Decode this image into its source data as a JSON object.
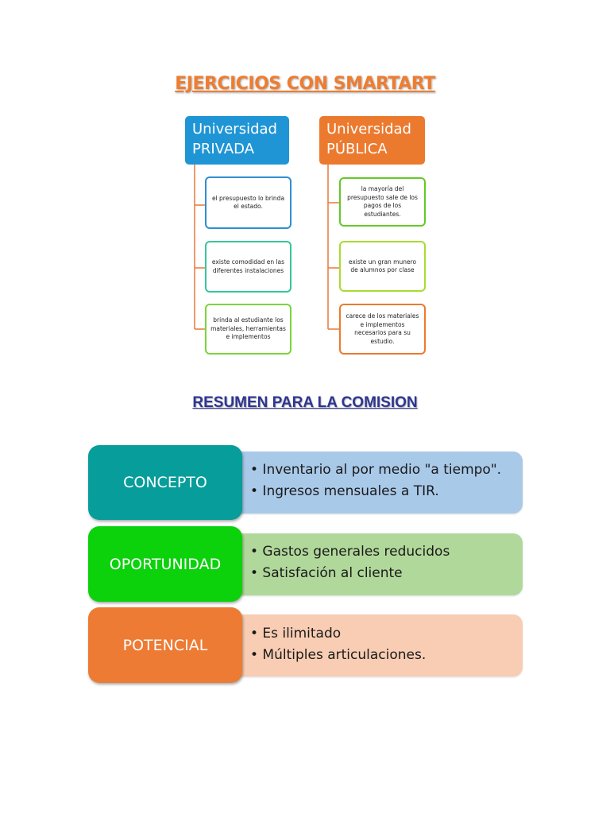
{
  "title": "EJERCICIOS CON SMARTART",
  "columns": [
    {
      "header_line1": "Universidad",
      "header_line2": "PRIVADA",
      "items": [
        "el presupuesto lo brinda el estado.",
        "existe comodidad en las diferentes instalaciones",
        "brinda al estudiante los materiales, herramientas e implementos"
      ]
    },
    {
      "header_line1": "Universidad",
      "header_line2": "PÚBLICA",
      "items": [
        "la mayoría del presupuesto sale de los pagos de los estudiantes.",
        "existe un gran munero de alumnos por clase",
        "carece de los materiales e implementos necesarios para su estudio."
      ]
    }
  ],
  "summary_title": "RESUMEN PARA LA COMISION",
  "summary": [
    {
      "label": "CONCEPTO",
      "bullets": [
        "• Inventario al por medio \"a tiempo\".",
        "• Ingresos mensuales a TIR."
      ],
      "head_color": "#069d9a",
      "body_color": "#a9c9e9"
    },
    {
      "label": "OPORTUNIDAD",
      "bullets": [
        "• Gastos generales reducidos",
        "• Satisfación al cliente"
      ],
      "head_color": "#0bd20b",
      "body_color": "#b1d89b"
    },
    {
      "label": "POTENCIAL",
      "bullets": [
        "• Es ilimitado",
        "• Múltiples articulaciones."
      ],
      "head_color": "#ed7b33",
      "body_color": "#f8cdb3"
    }
  ]
}
